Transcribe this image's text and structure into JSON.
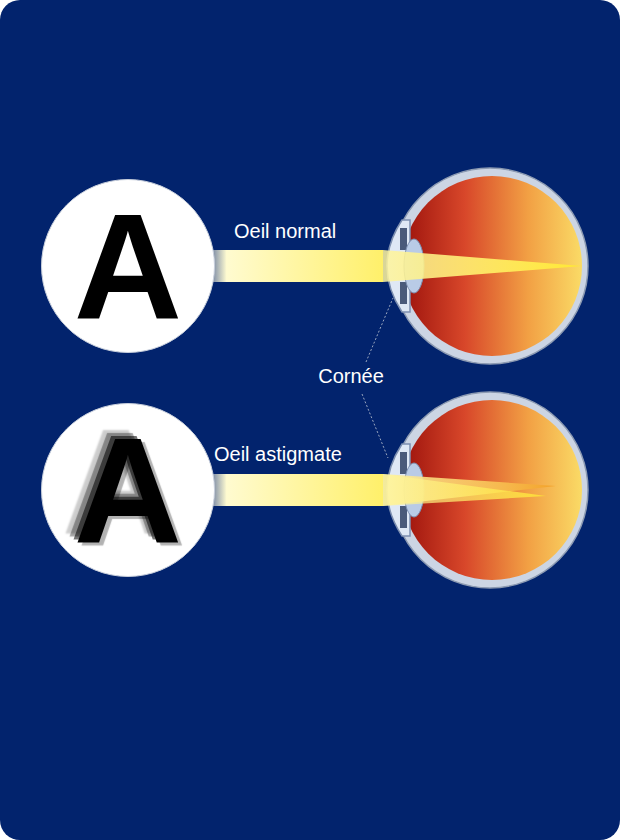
{
  "diagram": {
    "nodes": [
      {
        "text": [
          "A"
        ]
      },
      {
        "text": [
          "A"
        ]
      }
    ],
    "labels": [
      "Oeil normal",
      "Cornée",
      "Oeil astigmate"
    ]
  }
}
